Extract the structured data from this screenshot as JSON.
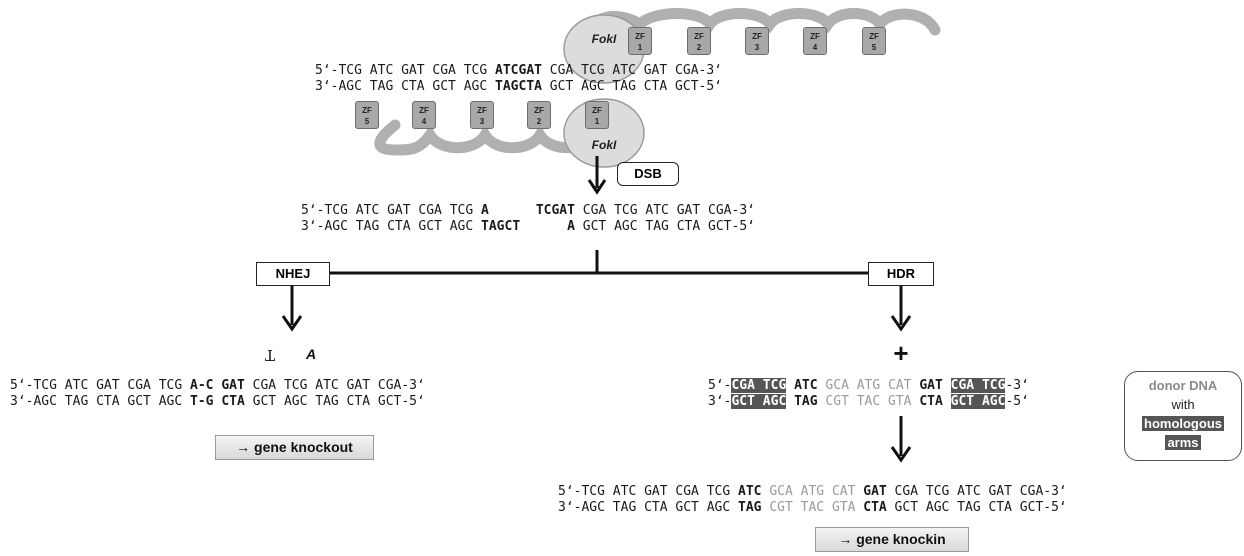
{
  "zfn": {
    "top_strand": [
      {
        "t": "5‘-TCG ATC GAT CGA TCG ",
        "s": ""
      },
      {
        "t": "ATCGAT",
        "s": "b"
      },
      {
        "t": " CGA TCG ATC GAT CGA-3‘",
        "s": ""
      }
    ],
    "bottom_strand": [
      {
        "t": "3‘-AGC TAG CTA GCT AGC ",
        "s": ""
      },
      {
        "t": "TAGCTA",
        "s": "b"
      },
      {
        "t": " GCT AGC TAG CTA GCT-5‘",
        "s": ""
      }
    ],
    "fok_top": "FokI",
    "fok_bottom": "FokI",
    "zf_label": "ZF",
    "zf_top_numbers": [
      "1",
      "2",
      "3",
      "4",
      "5"
    ],
    "zf_bottom_numbers": [
      "5",
      "4",
      "3",
      "2",
      "1"
    ]
  },
  "dsb": {
    "label": "DSB",
    "top_strand": [
      {
        "t": "5‘-TCG ATC GAT CGA TCG ",
        "s": ""
      },
      {
        "t": "A",
        "s": "b"
      },
      {
        "t": "      ",
        "s": ""
      },
      {
        "t": "TCGAT",
        "s": "b"
      },
      {
        "t": " CGA TCG ATC GAT CGA-3‘",
        "s": ""
      }
    ],
    "bottom_strand": [
      {
        "t": "3‘-AGC TAG CTA GCT AGC ",
        "s": ""
      },
      {
        "t": "TAGCT",
        "s": "b"
      },
      {
        "t": "      ",
        "s": ""
      },
      {
        "t": "A",
        "s": "b"
      },
      {
        "t": " GCT AGC TAG CTA GCT-5‘",
        "s": ""
      }
    ]
  },
  "nhej": {
    "label": "NHEJ",
    "insert_top": "T",
    "insert_bottom": "A",
    "top_strand": [
      {
        "t": "5‘-TCG ATC GAT CGA TCG ",
        "s": ""
      },
      {
        "t": "A-C GAT",
        "s": "b"
      },
      {
        "t": " CGA TCG ATC GAT CGA-3‘",
        "s": ""
      }
    ],
    "bottom_strand": [
      {
        "t": "3‘-AGC TAG CTA GCT AGC ",
        "s": ""
      },
      {
        "t": "T-G CTA",
        "s": "b"
      },
      {
        "t": " GCT AGC TAG CTA GCT-5‘",
        "s": ""
      }
    ],
    "outcome": "→ gene knockout"
  },
  "hdr": {
    "label": "HDR",
    "plus": "+",
    "donor_top": [
      {
        "t": "5‘-",
        "s": ""
      },
      {
        "t": "CGA TCG",
        "s": "hl"
      },
      {
        "t": " ",
        "s": ""
      },
      {
        "t": "ATC",
        "s": "b"
      },
      {
        "t": " GCA ATG CAT ",
        "s": "g"
      },
      {
        "t": "GAT",
        "s": "b"
      },
      {
        "t": " ",
        "s": ""
      },
      {
        "t": "CGA TCG",
        "s": "hl"
      },
      {
        "t": "-3‘",
        "s": ""
      }
    ],
    "donor_bottom": [
      {
        "t": "3‘-",
        "s": ""
      },
      {
        "t": "GCT AGC",
        "s": "hl"
      },
      {
        "t": " ",
        "s": ""
      },
      {
        "t": "TAG",
        "s": "b"
      },
      {
        "t": " CGT TAC GTA ",
        "s": "g"
      },
      {
        "t": "CTA",
        "s": "b"
      },
      {
        "t": " ",
        "s": ""
      },
      {
        "t": "GCT AGC",
        "s": "hl"
      },
      {
        "t": "-5‘",
        "s": ""
      }
    ],
    "donor_label_line1": "donor DNA",
    "donor_label_line2": "with",
    "donor_label_line3": "homologous",
    "donor_label_line4": "arms",
    "result_top": [
      {
        "t": "5‘-TCG ATC GAT CGA TCG ",
        "s": ""
      },
      {
        "t": "ATC",
        "s": "b"
      },
      {
        "t": " GCA ATG CAT ",
        "s": "g"
      },
      {
        "t": "GAT",
        "s": "b"
      },
      {
        "t": " CGA TCG ATC GAT CGA-3‘",
        "s": ""
      }
    ],
    "result_bottom": [
      {
        "t": "3‘-AGC TAG CTA GCT AGC ",
        "s": ""
      },
      {
        "t": "TAG",
        "s": "b"
      },
      {
        "t": " CGT TAC GTA ",
        "s": "g"
      },
      {
        "t": "CTA",
        "s": "b"
      },
      {
        "t": " GCT AGC TAG CTA GCT-5‘",
        "s": ""
      }
    ],
    "outcome": "→ gene knockin"
  }
}
